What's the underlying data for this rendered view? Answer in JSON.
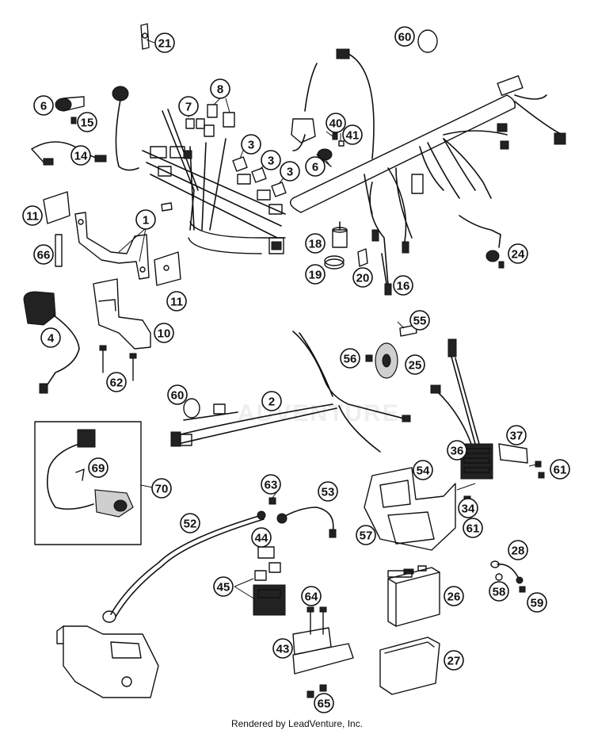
{
  "footer": "Rendered by LeadVenture, Inc.",
  "watermark": "ADVENTURE",
  "callouts": [
    {
      "id": "c21",
      "label": "21"
    },
    {
      "id": "c60a",
      "label": "60"
    },
    {
      "id": "c6a",
      "label": "6"
    },
    {
      "id": "c15",
      "label": "15"
    },
    {
      "id": "c7",
      "label": "7"
    },
    {
      "id": "c8",
      "label": "8"
    },
    {
      "id": "c14",
      "label": "14"
    },
    {
      "id": "c3a",
      "label": "3"
    },
    {
      "id": "c3b",
      "label": "3"
    },
    {
      "id": "c3c",
      "label": "3"
    },
    {
      "id": "c40",
      "label": "40"
    },
    {
      "id": "c41",
      "label": "41"
    },
    {
      "id": "c6b",
      "label": "6"
    },
    {
      "id": "c11a",
      "label": "11"
    },
    {
      "id": "c1",
      "label": "1"
    },
    {
      "id": "c66",
      "label": "66"
    },
    {
      "id": "c11b",
      "label": "11"
    },
    {
      "id": "c18",
      "label": "18"
    },
    {
      "id": "c19",
      "label": "19"
    },
    {
      "id": "c20",
      "label": "20"
    },
    {
      "id": "c16",
      "label": "16"
    },
    {
      "id": "c24",
      "label": "24"
    },
    {
      "id": "c4",
      "label": "4"
    },
    {
      "id": "c10",
      "label": "10"
    },
    {
      "id": "c55",
      "label": "55"
    },
    {
      "id": "c56",
      "label": "56"
    },
    {
      "id": "c25",
      "label": "25"
    },
    {
      "id": "c62",
      "label": "62"
    },
    {
      "id": "c60b",
      "label": "60"
    },
    {
      "id": "c2",
      "label": "2"
    },
    {
      "id": "c37",
      "label": "37"
    },
    {
      "id": "c36",
      "label": "36"
    },
    {
      "id": "c61a",
      "label": "61"
    },
    {
      "id": "c69",
      "label": "69"
    },
    {
      "id": "c70",
      "label": "70"
    },
    {
      "id": "c63",
      "label": "63"
    },
    {
      "id": "c53",
      "label": "53"
    },
    {
      "id": "c54",
      "label": "54"
    },
    {
      "id": "c34",
      "label": "34"
    },
    {
      "id": "c52",
      "label": "52"
    },
    {
      "id": "c61b",
      "label": "61"
    },
    {
      "id": "c44",
      "label": "44"
    },
    {
      "id": "c57",
      "label": "57"
    },
    {
      "id": "c28",
      "label": "28"
    },
    {
      "id": "c45",
      "label": "45"
    },
    {
      "id": "c64",
      "label": "64"
    },
    {
      "id": "c26",
      "label": "26"
    },
    {
      "id": "c58",
      "label": "58"
    },
    {
      "id": "c59",
      "label": "59"
    },
    {
      "id": "c43",
      "label": "43"
    },
    {
      "id": "c27",
      "label": "27"
    },
    {
      "id": "c65",
      "label": "65"
    }
  ]
}
